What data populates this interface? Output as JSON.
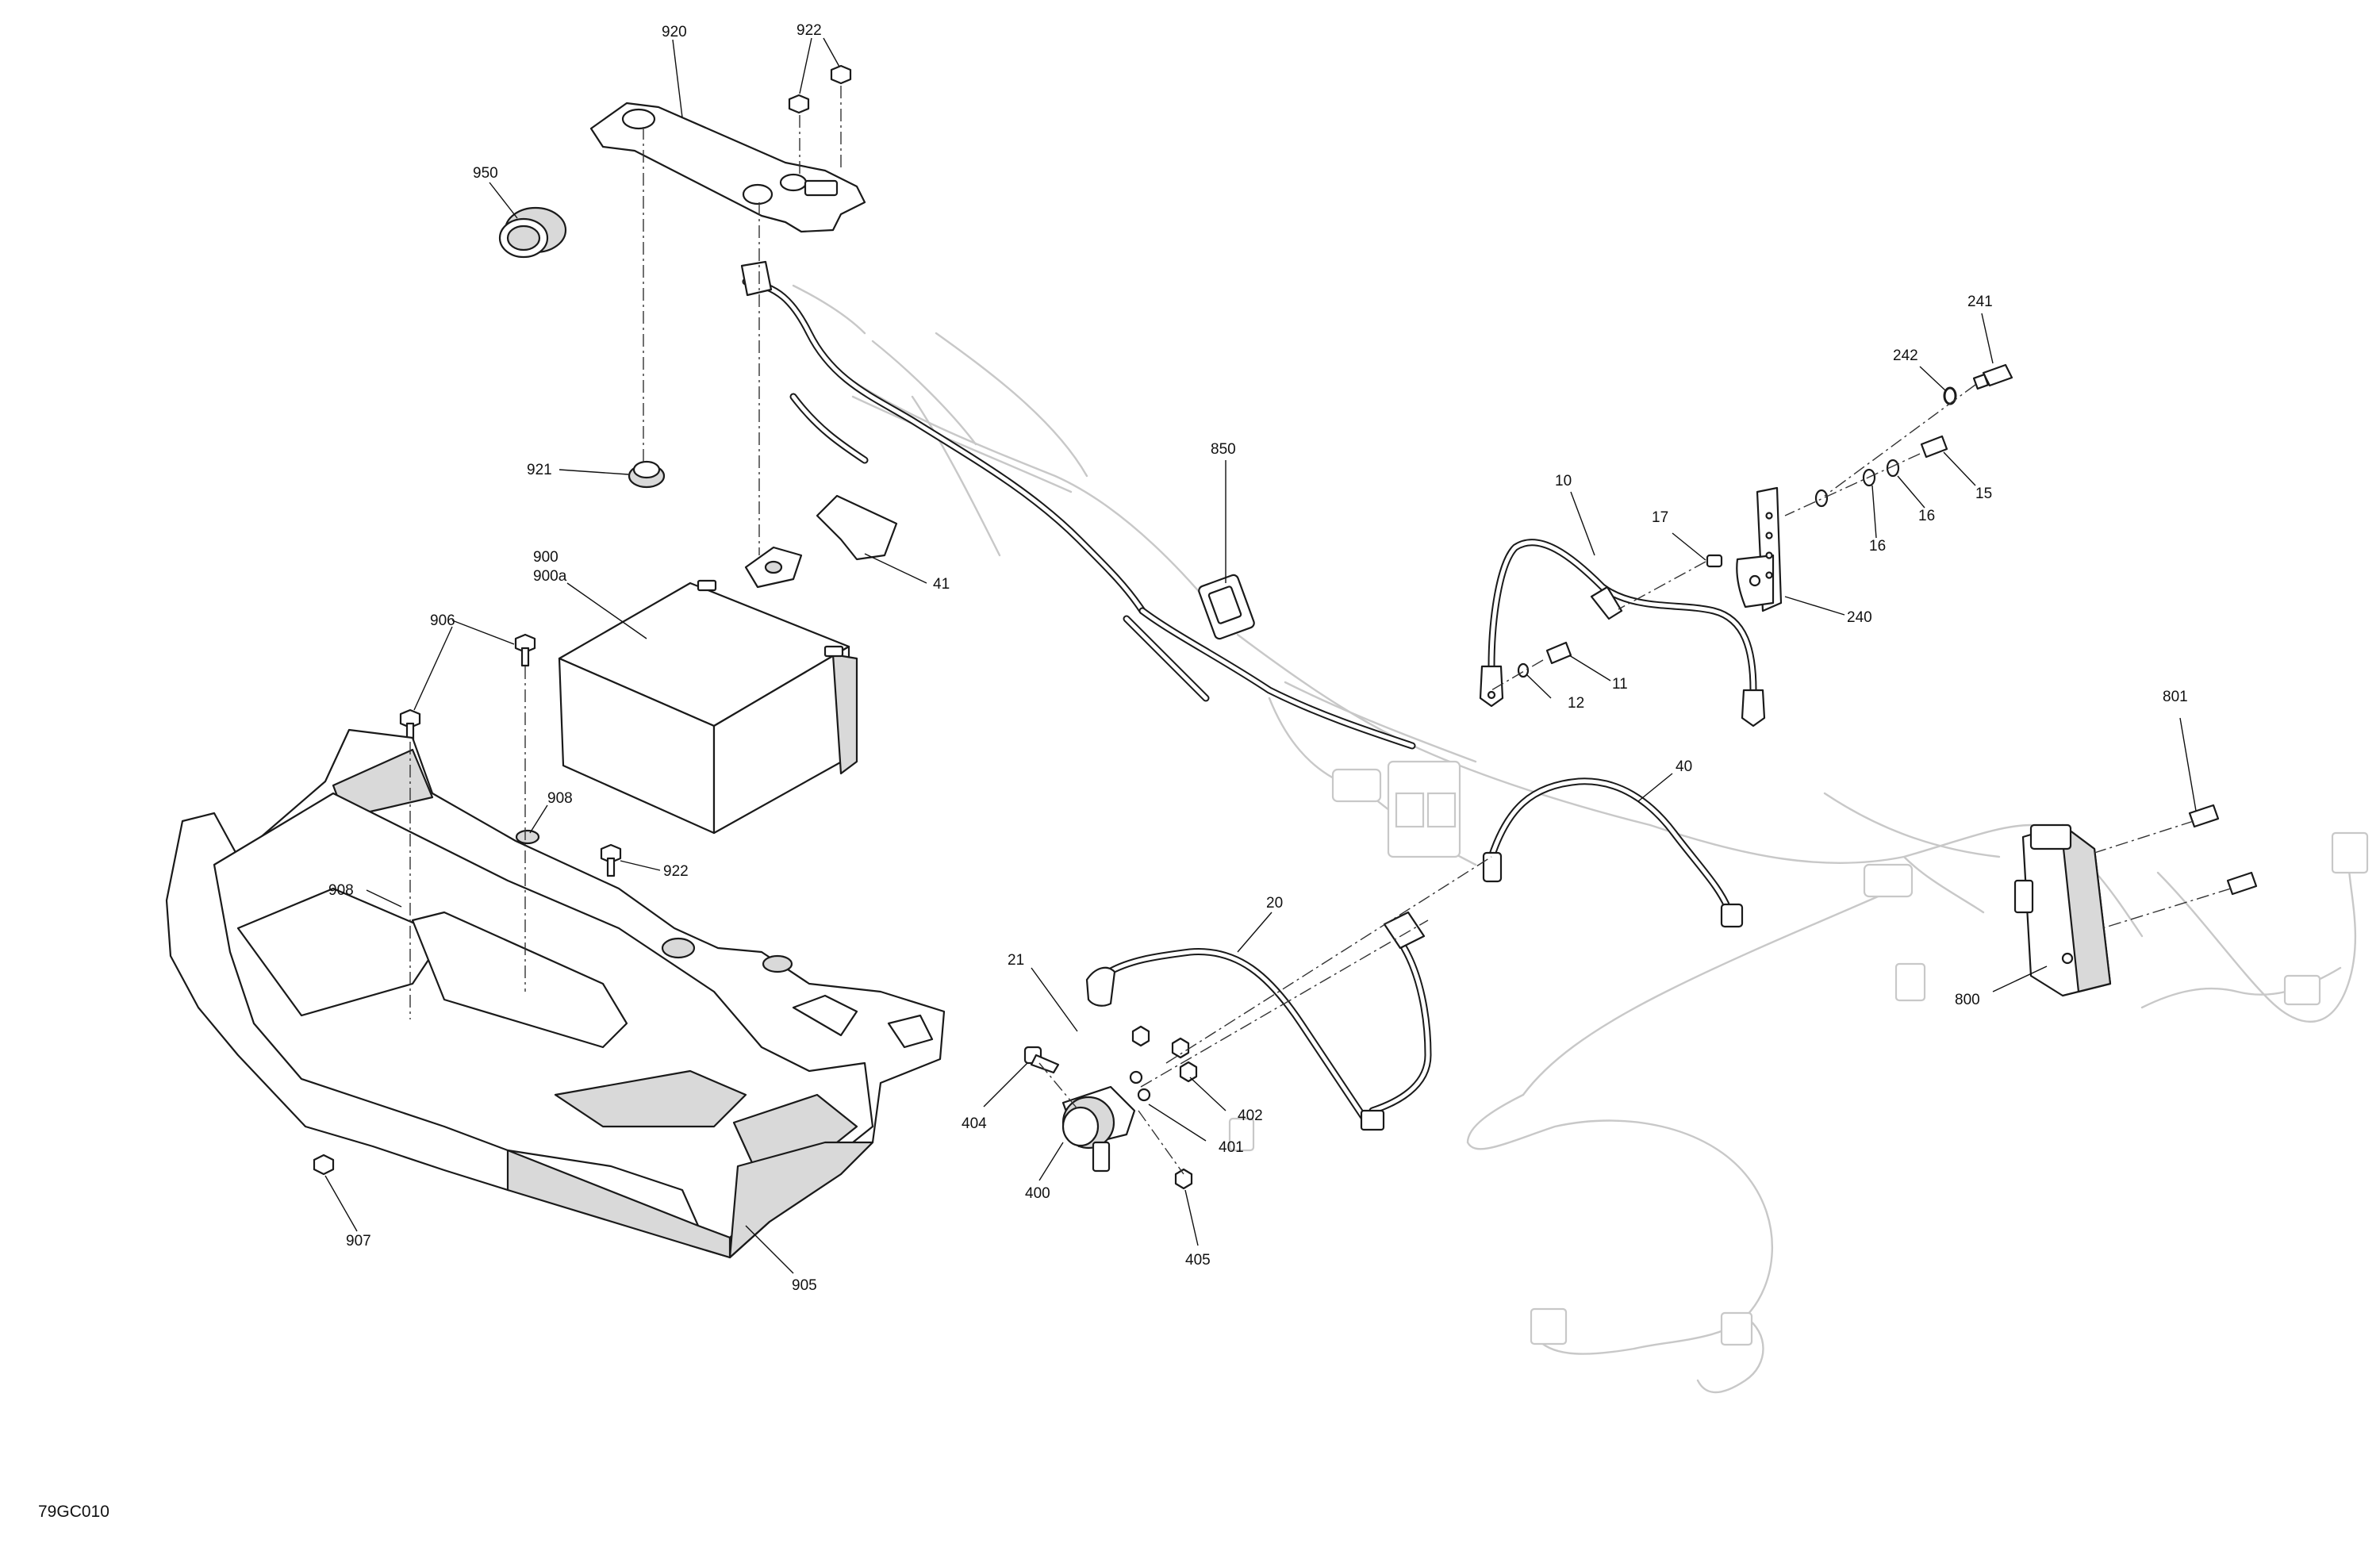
{
  "diagram_code": "79GC010",
  "callouts": [
    {
      "id": "c920",
      "label": "920"
    },
    {
      "id": "c922a",
      "label": "922"
    },
    {
      "id": "c950",
      "label": "950"
    },
    {
      "id": "c921",
      "label": "921"
    },
    {
      "id": "c900",
      "label": "900"
    },
    {
      "id": "c900a",
      "label": "900a"
    },
    {
      "id": "c41",
      "label": "41"
    },
    {
      "id": "c906",
      "label": "906"
    },
    {
      "id": "c908a",
      "label": "908"
    },
    {
      "id": "c908b",
      "label": "908"
    },
    {
      "id": "c922b",
      "label": "922"
    },
    {
      "id": "c907",
      "label": "907"
    },
    {
      "id": "c905",
      "label": "905"
    },
    {
      "id": "c850",
      "label": "850"
    },
    {
      "id": "c241",
      "label": "241"
    },
    {
      "id": "c242",
      "label": "242"
    },
    {
      "id": "c15",
      "label": "15"
    },
    {
      "id": "c16a",
      "label": "16"
    },
    {
      "id": "c16b",
      "label": "16"
    },
    {
      "id": "c17",
      "label": "17"
    },
    {
      "id": "c10",
      "label": "10"
    },
    {
      "id": "c240",
      "label": "240"
    },
    {
      "id": "c11",
      "label": "11"
    },
    {
      "id": "c12",
      "label": "12"
    },
    {
      "id": "c40",
      "label": "40"
    },
    {
      "id": "c801",
      "label": "801"
    },
    {
      "id": "c800",
      "label": "800"
    },
    {
      "id": "c20",
      "label": "20"
    },
    {
      "id": "c21",
      "label": "21"
    },
    {
      "id": "c404",
      "label": "404"
    },
    {
      "id": "c400",
      "label": "400"
    },
    {
      "id": "c402",
      "label": "402"
    },
    {
      "id": "c401",
      "label": "401"
    },
    {
      "id": "c405",
      "label": "405"
    }
  ]
}
